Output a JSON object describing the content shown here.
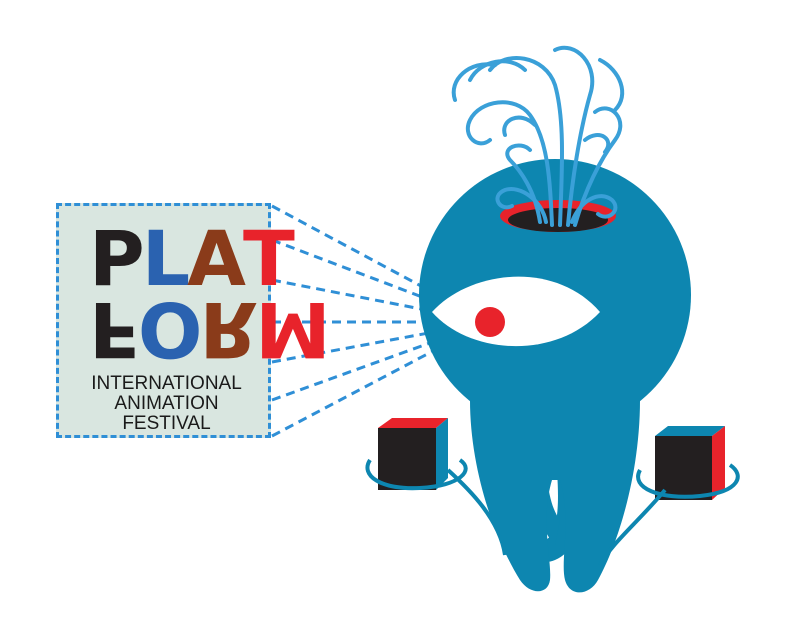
{
  "logo": {
    "top_letters": [
      {
        "char": "P",
        "color": "#231f20"
      },
      {
        "char": "L",
        "color": "#2a62b0"
      },
      {
        "char": "A",
        "color": "#8a3b1a"
      },
      {
        "char": "T",
        "color": "#e8232b"
      }
    ],
    "bottom_letters": [
      {
        "char": "F",
        "color": "#231f20"
      },
      {
        "char": "O",
        "color": "#2a62b0"
      },
      {
        "char": "R",
        "color": "#8a3b1a"
      },
      {
        "char": "M",
        "color": "#e8232b"
      }
    ],
    "subtitle_line1": "INTERNATIONAL",
    "subtitle_line2": "ANIMATION FESTIVAL"
  },
  "colors": {
    "creature": "#0d86b0",
    "beam": "#2f8fd6",
    "accent_red": "#e8232b",
    "dark": "#231f20",
    "panel_bg": "#d9e6e0",
    "water": "#3aa0d8"
  }
}
